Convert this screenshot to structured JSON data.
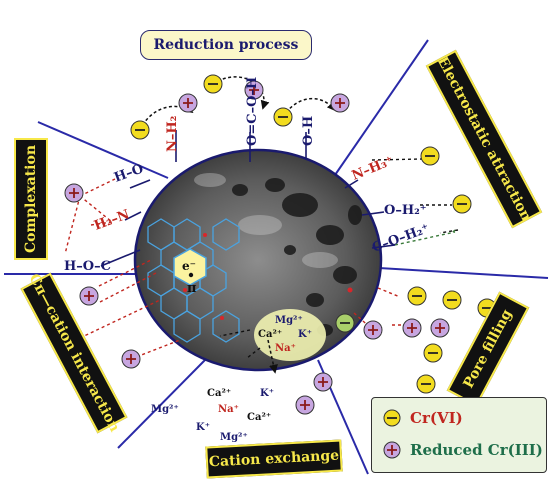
{
  "titles": {
    "reduction": "Reduction process",
    "electrostatic": "Electrostatic attraction",
    "complexation": "Complexation",
    "pore_filling": "Pore filling",
    "cation_pi": "Cπ—cation interaction",
    "cation_exchange": "Cation exchange"
  },
  "legend": {
    "cr6": "Cr(VI)",
    "cr3": "Reduced Cr(III)"
  },
  "chem": {
    "nh2_top": "N–H₂",
    "cooh_top": "O=C–O–H",
    "oh_top": "O–H",
    "ho_left": "H–O",
    "h2n_left": "H₂–N",
    "hoc_left": "H–O–C",
    "nh3_right": "N–H₃⁺",
    "oh2_right": "O–H₂⁺",
    "coh2_right": "C–O–H₂⁺",
    "e_pi": "e⁻",
    "pi": "π"
  },
  "ions": {
    "mg_in": "Mg²⁺",
    "ca_in": "Ca²⁺",
    "k_in": "K⁺",
    "na_in": "Na⁺",
    "ca_out1": "Ca²⁺",
    "mg_out1": "Mg²⁺",
    "na_out": "Na⁺",
    "k_out1": "K⁺",
    "ca_out2": "Ca²⁺",
    "k_out2": "K⁺",
    "mg_out2": "Mg²⁺"
  },
  "colors": {
    "cr6": "#f2dc1f",
    "cr3": "#c7a6e0",
    "line": "#2a2aa8",
    "box": "#111111",
    "box_text": "#f7e84a"
  }
}
